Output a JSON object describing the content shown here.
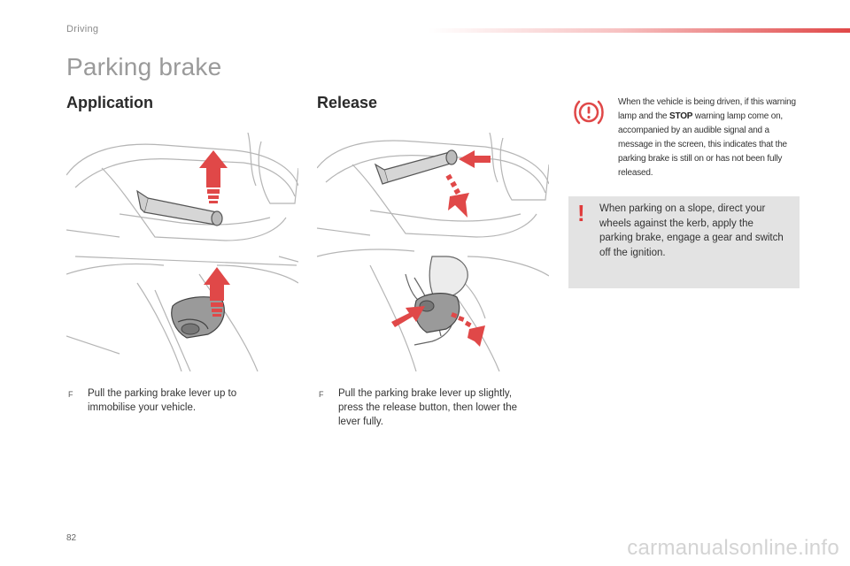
{
  "header": {
    "section": "Driving",
    "title": "Parking brake",
    "accent_color": "#e04848"
  },
  "application": {
    "heading": "Application",
    "instruction": "Pull the parking brake lever up to immobilise your vehicle."
  },
  "release": {
    "heading": "Release",
    "instruction": "Pull the parking brake lever up slightly, press the release button, then lower the lever fully."
  },
  "bullet_symbol": "F",
  "warning": {
    "icon": "warning-lamp-icon",
    "text_before": "When the vehicle is being driven, if this warning lamp and the ",
    "text_bold": "STOP",
    "text_after": " warning lamp come on, accompanied by an audible signal and a message in the screen, this indicates that the parking brake is still on or has not been fully released."
  },
  "note": {
    "icon": "!",
    "text": "When parking on a slope, direct your wheels against the kerb, apply the parking brake, engage a gear and switch off the ignition."
  },
  "footer": {
    "page_number": "82",
    "watermark": "carmanualsonline.info"
  }
}
